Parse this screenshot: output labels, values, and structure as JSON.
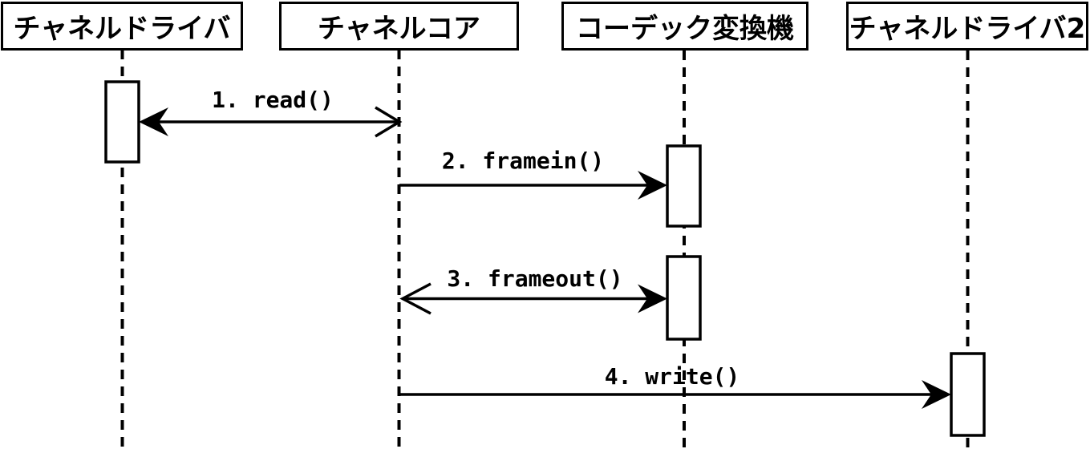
{
  "diagram": {
    "type": "uml-sequence-diagram",
    "colors": {
      "stroke": "#000000",
      "background": "#ffffff",
      "activation_fill": "#ffffff"
    },
    "actors": [
      {
        "id": "channel-driver",
        "name": "チャネルドライバ"
      },
      {
        "id": "channel-core",
        "name": "チャネルコア"
      },
      {
        "id": "codec-converter",
        "name": "コーデック変換機"
      },
      {
        "id": "channel-driver-2",
        "name": "チャネルドライバ2"
      }
    ],
    "messages": [
      {
        "seq": 1,
        "label": "1. read()",
        "from": "チャネルコア",
        "to": "チャネルドライバ",
        "left_arrowhead": "filled",
        "right_arrowhead": "open"
      },
      {
        "seq": 2,
        "label": "2. framein()",
        "from": "チャネルコア",
        "to": "コーデック変換機",
        "left_arrowhead": "none",
        "right_arrowhead": "filled"
      },
      {
        "seq": 3,
        "label": "3. frameout()",
        "from": "チャネルコア",
        "to": "コーデック変換機",
        "left_arrowhead": "open",
        "right_arrowhead": "filled"
      },
      {
        "seq": 4,
        "label": "4. write()",
        "from": "チャネルコア",
        "to": "チャネルドライバ2",
        "left_arrowhead": "none",
        "right_arrowhead": "filled"
      }
    ]
  }
}
